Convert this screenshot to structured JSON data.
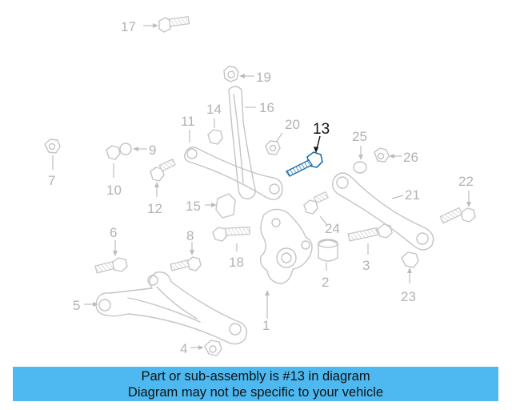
{
  "labels": {
    "p1": "1",
    "p2": "2",
    "p3": "3",
    "p4": "4",
    "p5": "5",
    "p6": "6",
    "p7": "7",
    "p8": "8",
    "p9": "9",
    "p10": "10",
    "p11": "11",
    "p12": "12",
    "p13": "13",
    "p14": "14",
    "p15": "15",
    "p16": "16",
    "p17": "17",
    "p18": "18",
    "p19": "19",
    "p20": "20",
    "p21": "21",
    "p22": "22",
    "p23": "23",
    "p24": "24",
    "p25": "25",
    "p26": "26"
  },
  "highlighted_part": "13",
  "colors": {
    "highlight": "#4db9f0",
    "part_outline": "#c4c4c4",
    "label": "#b3b3b3"
  },
  "banner": {
    "line1": "Part or sub-assembly is #13 in diagram",
    "line2": "Diagram may not be specific to your vehicle"
  }
}
